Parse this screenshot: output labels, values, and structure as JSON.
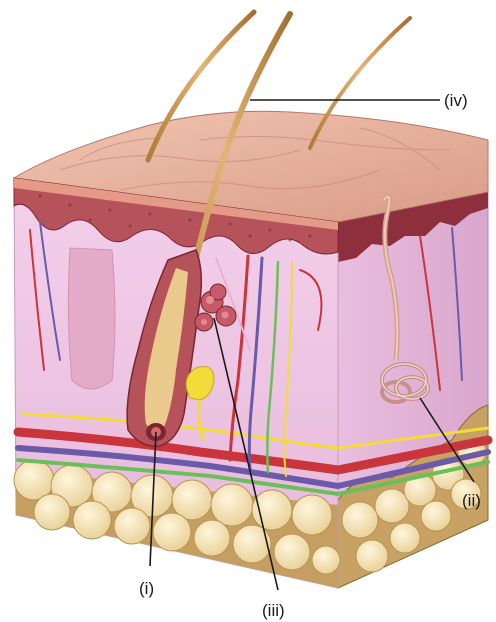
{
  "labels": {
    "i": "(i)",
    "ii": "(ii)",
    "iii": "(iii)",
    "iv": "(iv)"
  },
  "colors": {
    "skin_surface": "#e9b7a2",
    "epidermis": "#b5525a",
    "dermis": "#f0c8e6",
    "hypodermis_fat": "#f6e4b5",
    "hair": "#c8914a",
    "artery": "#c9353b",
    "vein": "#6a5aa8",
    "nerve_yellow": "#f2dc3a",
    "nerve_green": "#6bbf5a",
    "leader_line": "#1a1a1a"
  }
}
